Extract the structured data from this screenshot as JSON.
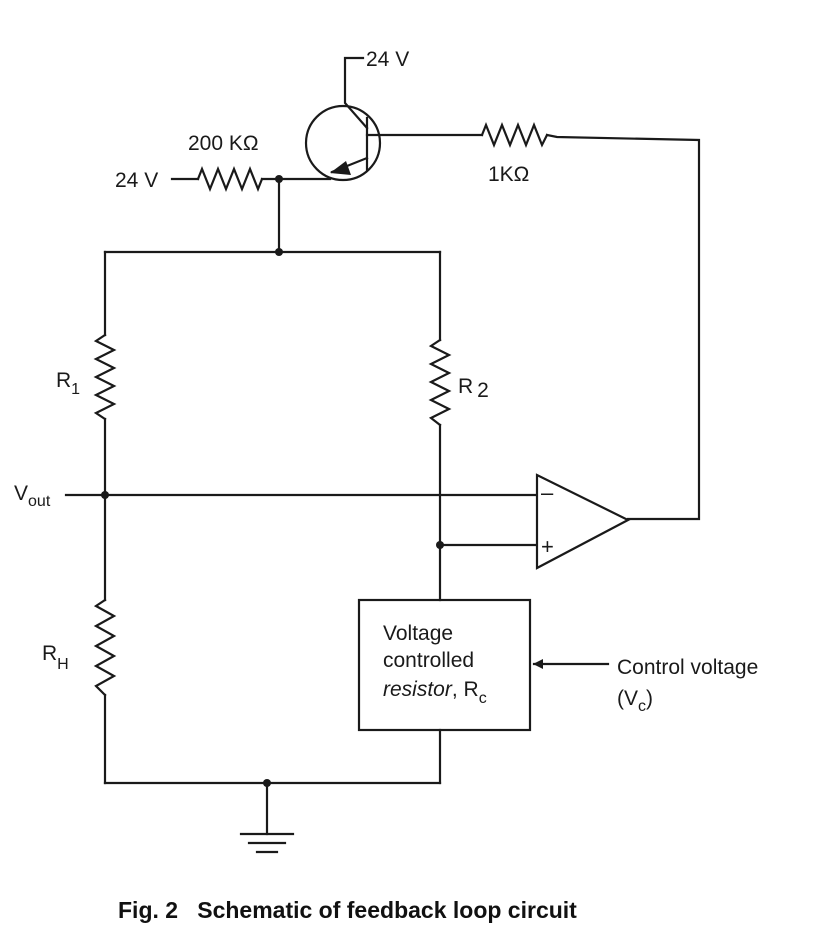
{
  "figure": {
    "caption": "Fig. 2   Schematic of feedback loop circuit"
  },
  "labels": {
    "supply_top": "24 V",
    "supply_left": "24 V",
    "base_resistor_value": "200 KΩ",
    "feedback_resistor_value": "1KΩ",
    "r1_main": "R",
    "r1_sub": "1",
    "r2_main": "R",
    "r2_sub": "2",
    "rh_main": "R",
    "rh_sub": "H",
    "vout_main": "V",
    "vout_sub": "out",
    "opamp_minus": "–",
    "opamp_plus": "+",
    "vcr_line1": "Voltage",
    "vcr_line2": "controlled",
    "vcr_line3_italic": "resistor",
    "vcr_line3_sep": ", ",
    "vcr_line3_main": "R",
    "vcr_line3_sub": "c",
    "control_line1": "Control voltage",
    "control_open": "(V",
    "control_sub": "c",
    "control_close": ")"
  }
}
